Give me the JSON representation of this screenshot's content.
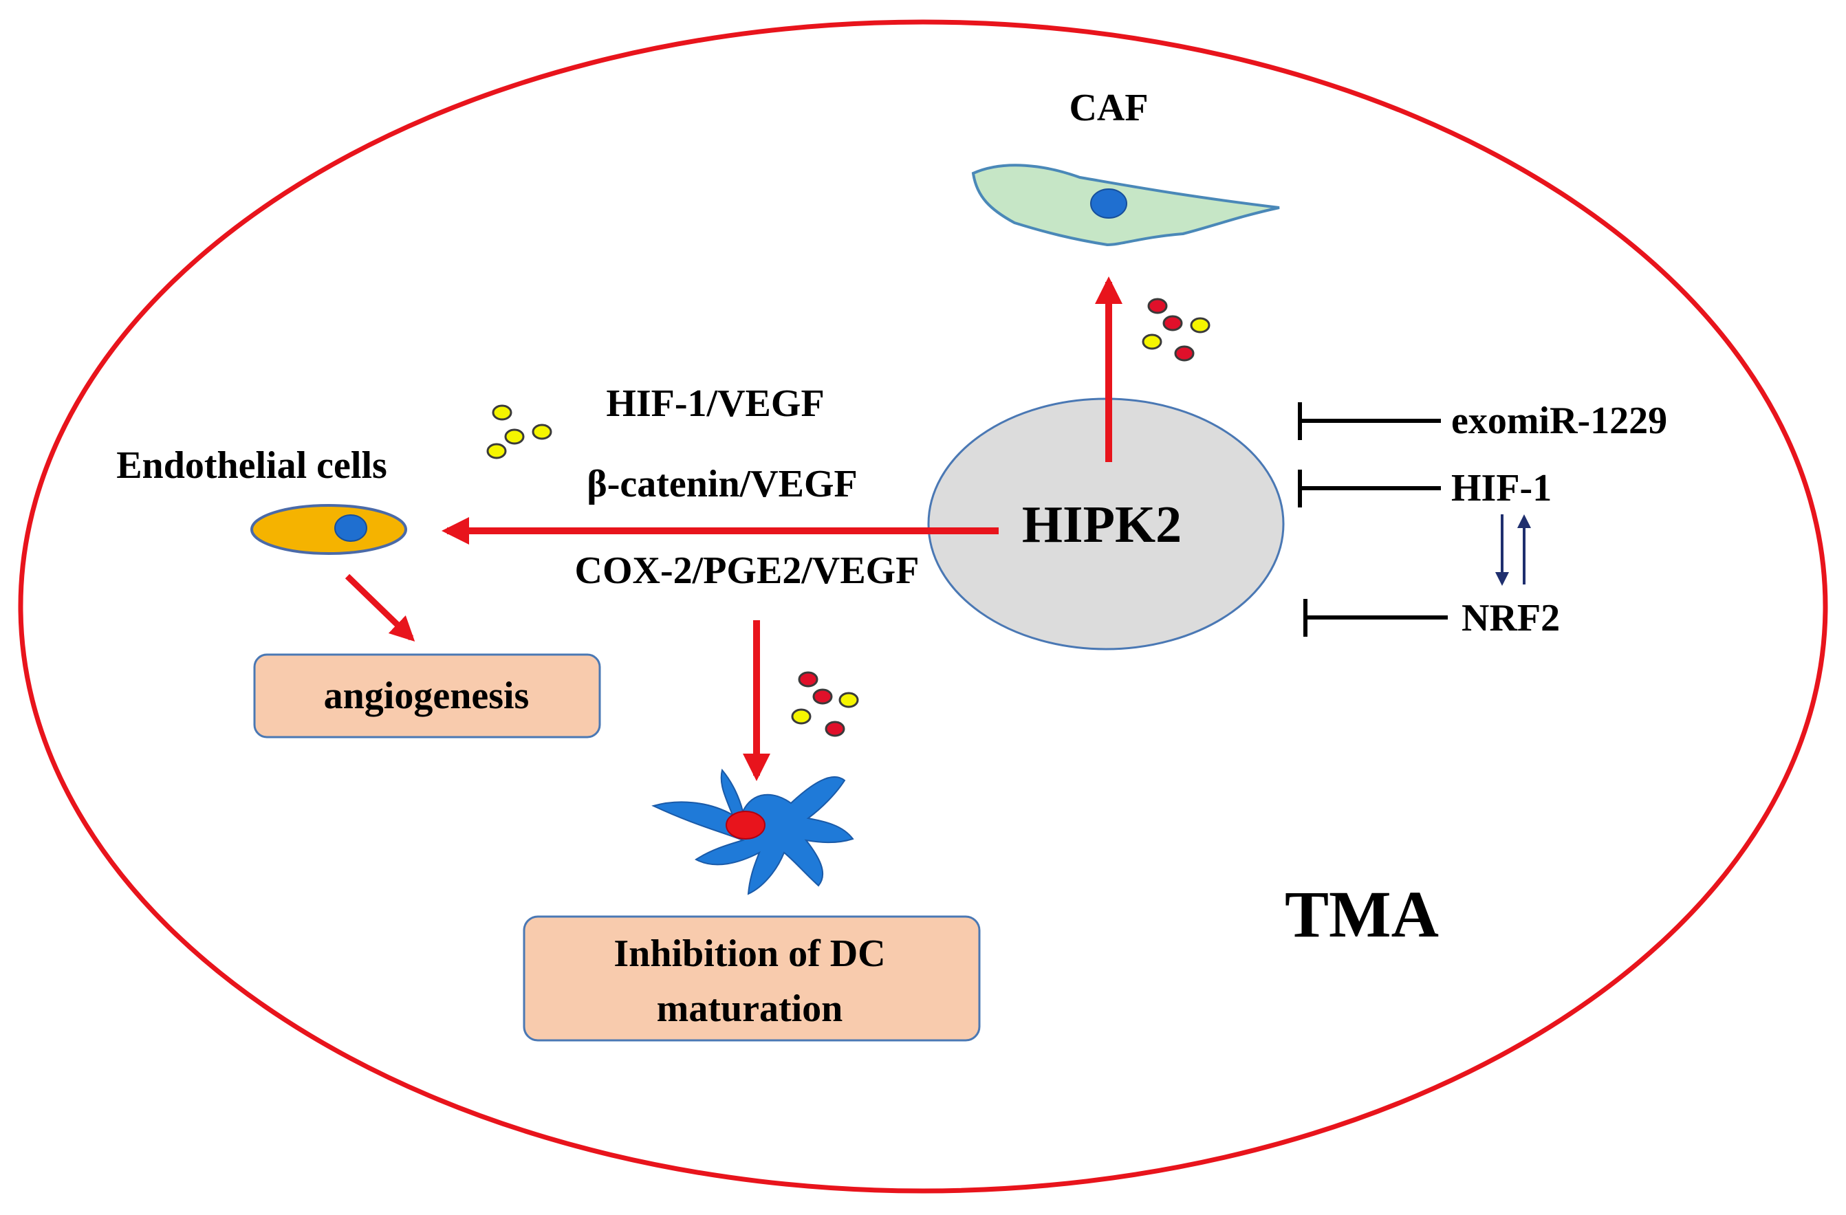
{
  "diagram": {
    "center_label": "HIPK2",
    "region_label": "TMA",
    "caf_label": "CAF",
    "endothelial_label": "Endothelial  cells",
    "pathways": [
      "HIF-1/VEGF",
      "β-catenin/VEGF",
      "COX-2/PGE2/VEGF"
    ],
    "outcomes": {
      "angiogenesis": "angiogenesis",
      "dc_line1": "Inhibition  of DC",
      "dc_line2": "maturation"
    },
    "inhibitors": [
      "exomiR-1229",
      "HIF-1",
      "NRF2"
    ]
  },
  "colors": {
    "outer_ring": "#e8141c",
    "arrow_red": "#e8141c",
    "hipk2_fill": "#dcdcdc",
    "hipk2_stroke": "#4a78b4",
    "caf_fill": "#c6e6c6",
    "caf_stroke": "#4a88b8",
    "nucleus_blue": "#1f6fd0",
    "endothelial_fill": "#f5b300",
    "dc_fill": "#1f7ad8",
    "dc_nucleus": "#e8141c",
    "box_fill": "#f8cbad",
    "box_stroke": "#4a78b4",
    "feedback_arrow": "#1f2f6e",
    "dot_yellow": "#f5f500",
    "dot_red": "#e0102a"
  }
}
